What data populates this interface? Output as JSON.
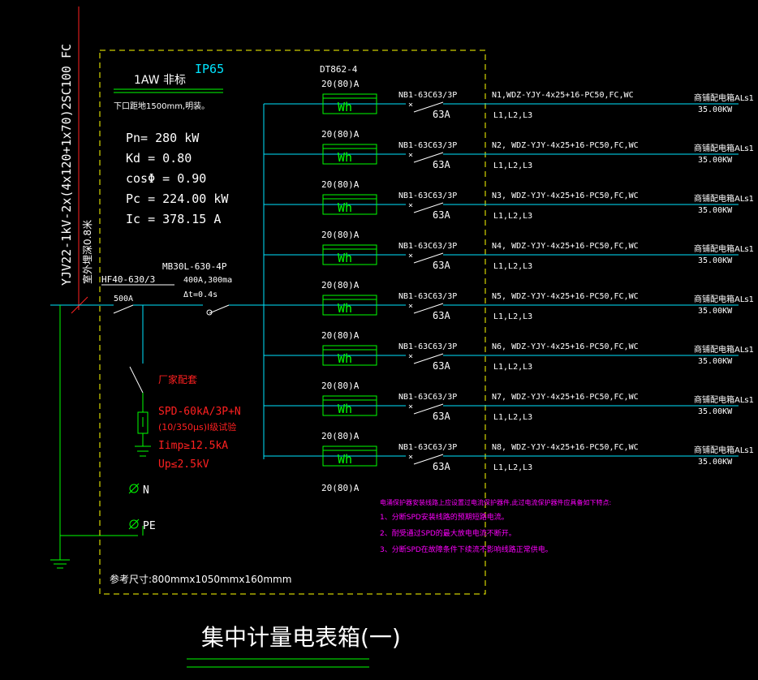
{
  "colors": {
    "background": "#000000",
    "white": "#ffffff",
    "cyan": "#00e5ff",
    "green": "#00ff00",
    "red": "#ff2020",
    "magenta": "#ff00ff",
    "yellow": "#ffff00"
  },
  "incoming": {
    "cable_spec": "YJV22-1kV-2x(4x120+1x70)2SC100 FC",
    "burial_note": "室外埋深0.8米",
    "main_breaker_model": "HF40-630/3",
    "main_breaker_rating": "500A",
    "rcd_model": "MB30L-630-4P",
    "rcd_rating": "400A,300ma",
    "rcd_delay": "Δt=0.4s"
  },
  "box": {
    "label": "1AW 非标",
    "ip_rating": "IP65",
    "mount_note": "下口距地1500mm,明装。",
    "params": {
      "pn": "Pn= 280 kW",
      "kd": "Kd = 0.80",
      "cos": "cosΦ = 0.90",
      "pc": "Pc = 224.00 kW",
      "ic": "Ic = 378.15 A"
    },
    "size_note": "参考尺寸:800mmx1050mmx160mmm"
  },
  "spd": {
    "vendor_note": "厂家配套",
    "line1": "SPD-60kA/3P+N",
    "line2": "(10/350μs)I级试验",
    "line3": "Iimp≥12.5kA",
    "line4": "Up≤2.5kV",
    "n_label": "N",
    "pe_label": "PE"
  },
  "meters": {
    "header": "DT862-4",
    "bottom_rating": "20(80)A"
  },
  "circuits": [
    {
      "meter_rating": "20(80)A",
      "meter_label": "Wh",
      "breaker": "NB1-63C63/3P",
      "amp": "63A",
      "cable": "N1,WDZ-YJY-4x25+16-PC50,FC,WC",
      "phases": "L1,L2,L3",
      "dest": "商铺配电箱ALs1",
      "power": "35.00KW"
    },
    {
      "meter_rating": "20(80)A",
      "meter_label": "Wh",
      "breaker": "NB1-63C63/3P",
      "amp": "63A",
      "cable": "N2,  WDZ-YJY-4x25+16-PC50,FC,WC",
      "phases": "L1,L2,L3",
      "dest": "商铺配电箱ALs1",
      "power": "35.00KW"
    },
    {
      "meter_rating": "20(80)A",
      "meter_label": "Wh",
      "breaker": "NB1-63C63/3P",
      "amp": "63A",
      "cable": "N3,  WDZ-YJY-4x25+16-PC50,FC,WC",
      "phases": "L1,L2,L3",
      "dest": "商铺配电箱ALs1",
      "power": "35.00KW"
    },
    {
      "meter_rating": "20(80)A",
      "meter_label": "Wh",
      "breaker": "NB1-63C63/3P",
      "amp": "63A",
      "cable": "N4,  WDZ-YJY-4x25+16-PC50,FC,WC",
      "phases": "L1,L2,L3",
      "dest": "商铺配电箱ALs1",
      "power": "35.00KW"
    },
    {
      "meter_rating": "20(80)A",
      "meter_label": "Wh",
      "breaker": "NB1-63C63/3P",
      "amp": "63A",
      "cable": "N5,  WDZ-YJY-4x25+16-PC50,FC,WC",
      "phases": "L1,L2,L3",
      "dest": "商铺配电箱ALs1",
      "power": "35.00KW"
    },
    {
      "meter_rating": "20(80)A",
      "meter_label": "Wh",
      "breaker": "NB1-63C63/3P",
      "amp": "63A",
      "cable": "N6,  WDZ-YJY-4x25+16-PC50,FC,WC",
      "phases": "L1,L2,L3",
      "dest": "商铺配电箱ALs1",
      "power": "35.00KW"
    },
    {
      "meter_rating": "20(80)A",
      "meter_label": "Wh",
      "breaker": "NB1-63C63/3P",
      "amp": "63A",
      "cable": "N7,  WDZ-YJY-4x25+16-PC50,FC,WC",
      "phases": "L1,L2,L3",
      "dest": "商铺配电箱ALs1",
      "power": "35.00KW"
    },
    {
      "meter_rating": "20(80)A",
      "meter_label": "Wh",
      "breaker": "NB1-63C63/3P",
      "amp": "63A",
      "cable": "N8,  WDZ-YJY-4x25+16-PC50,FC,WC",
      "phases": "L1,L2,L3",
      "dest": "商铺配电箱ALs1",
      "power": "35.00KW"
    }
  ],
  "notes": {
    "title": "电涌保护器安装线路上应设置过电流保护器件,此过电流保护器件应具备如下特点:",
    "items": [
      "1、分断SPD安装线路的预期短路电流。",
      "2、耐受通过SPD的最大放电电流不断开。",
      "3、分断SPD在故障条件下续流不影响线路正常供电。"
    ]
  },
  "drawing_title": "集中计量电表箱(一)"
}
